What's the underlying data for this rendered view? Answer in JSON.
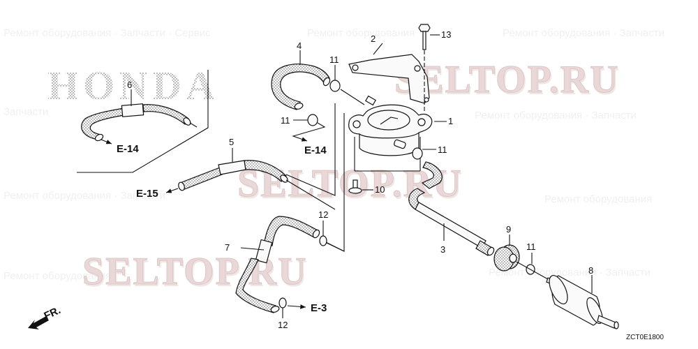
{
  "diagram": {
    "type": "exploded-parts-diagram",
    "subject": "Fuel pump / fuel hose assembly",
    "brand_watermark": "HONDA",
    "diagram_code": "ZCT0E1800",
    "direction_marker": "FR.",
    "watermarks": [
      "SELTOP.RU",
      "SELTOP.RU",
      "SELTOP.RU"
    ],
    "parts": [
      {
        "ref": "1",
        "name": "fuel pump"
      },
      {
        "ref": "2",
        "name": "pump bracket"
      },
      {
        "ref": "3",
        "name": "fuel hose (long)"
      },
      {
        "ref": "4",
        "name": "U-shaped hose"
      },
      {
        "ref": "5",
        "name": "hose"
      },
      {
        "ref": "6",
        "name": "hose"
      },
      {
        "ref": "7",
        "name": "hose"
      },
      {
        "ref": "8",
        "name": "fuel filter"
      },
      {
        "ref": "9",
        "name": "grommet"
      },
      {
        "ref": "10",
        "name": "bolt (flange)"
      },
      {
        "ref": "11",
        "name": "hose clip"
      },
      {
        "ref": "12",
        "name": "hose clip (wire)"
      },
      {
        "ref": "13",
        "name": "bolt"
      }
    ],
    "cross_references": [
      "E-14",
      "E-14",
      "E-15",
      "E-3"
    ]
  },
  "labels": {
    "p1": "1",
    "p2": "2",
    "p3": "3",
    "p4": "4",
    "p5": "5",
    "p6": "6",
    "p7": "7",
    "p8": "8",
    "p9": "9",
    "p10": "10",
    "p11a": "11",
    "p11b": "11",
    "p11c": "11",
    "p11d": "11",
    "p12a": "12",
    "p12b": "12",
    "p13": "13",
    "e14a": "E-14",
    "e14b": "E-14",
    "e15": "E-15",
    "e3": "E-3",
    "fr": "FR.",
    "code": "ZCT0E1800",
    "wm1": "SELTOP.RU",
    "wm2": "SELTOP.RU",
    "wm3": "SELTOP.RU",
    "honda": "HONDA"
  },
  "colors": {
    "line": "#111111",
    "watermark": "#ead8d8",
    "background": "#ffffff"
  }
}
